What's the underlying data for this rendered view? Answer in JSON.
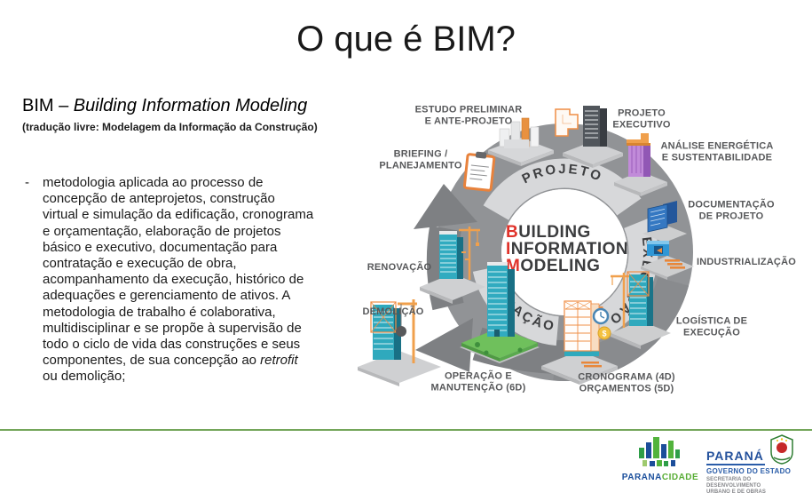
{
  "slide": {
    "title": "O que é BIM?",
    "heading": {
      "prefix": "BIM – ",
      "italic": "Building Information Modeling"
    },
    "subheading": "(tradução livre: Modelagem da Informação da Construção)",
    "bullet": {
      "marker": "-",
      "text_before_italic": "metodologia aplicada ao processo de\nconcepção de anteprojetos, construção\nvirtual e simulação da edificação, cronograma\ne orçamentação, elaboração de projetos\nbásico e executivo, documentação para\ncontratação e execução de obra,\nacompanhamento da execução, histórico de\nadequações e gerenciamento de ativos. A\nmetodologia de trabalho é colaborativa,\nmultidisciplinar e se propõe à supervisão de\ntodo o ciclo de vida das construções e seus\ncomponentes, de sua concepção ao ",
      "italic_word": "retrofit",
      "text_after_italic": "\nou demolição;"
    }
  },
  "diagram": {
    "center": {
      "b": "B",
      "uilding": "UILDING",
      "i": "I",
      "nformation": "NFORMATION",
      "m": "M",
      "odeling": "ODELING"
    },
    "phases": [
      {
        "label": "PROJETO"
      },
      {
        "label": "EXECUÇÃO"
      },
      {
        "label": "OPERAÇÃO"
      }
    ],
    "stations": [
      {
        "id": "estudo-preliminar",
        "label": "ESTUDO PRELIMINAR\nE ANTE-PROJETO"
      },
      {
        "id": "briefing-planejamento",
        "label": "BRIEFING /\nPLANEJAMENTO"
      },
      {
        "id": "projeto-executivo",
        "label": "PROJETO\nEXECUTIVO"
      },
      {
        "id": "analise-energetica",
        "label": "ANÁLISE ENERGÉTICA\nE SUSTENTABILIDADE"
      },
      {
        "id": "documentacao-projeto",
        "label": "DOCUMENTAÇÃO\nDE PROJETO"
      },
      {
        "id": "industrializacao",
        "label": "INDUSTRIALIZAÇÃO"
      },
      {
        "id": "logistica-execucao",
        "label": "LOGÍSTICA DE\nEXECUÇÃO"
      },
      {
        "id": "cronograma-orcamentos",
        "label": "CRONOGRAMA (4D)\nORÇAMENTOS (5D)"
      },
      {
        "id": "operacao-manutencao",
        "label": "OPERAÇÃO E\nMANUTENÇÃO (6D)"
      },
      {
        "id": "demolicao",
        "label": "DEMOLIÇÃO"
      },
      {
        "id": "renovacao",
        "label": "RENOVAÇÃO"
      }
    ],
    "icon_glyphs": {
      "dollar_sign": "$"
    },
    "colors": {
      "accent_red": "#e0322a",
      "ring_gray": "#919396",
      "ring_light": "#d7d8da",
      "arrow_gray": "#7e8083",
      "label_gray": "#57585a"
    }
  },
  "footer": {
    "rule_color": "#74a65a",
    "paranacidade": {
      "word_part1": "PARANA",
      "word_part2": "CIDADE"
    },
    "parana_gov": {
      "name": "PARANÁ",
      "subtitle": "GOVERNO DO ESTADO",
      "dept_line1": "SECRETARIA DO DESENVOLVIMENTO",
      "dept_line2": "URBANO E DE OBRAS PÚBLICAS"
    }
  }
}
